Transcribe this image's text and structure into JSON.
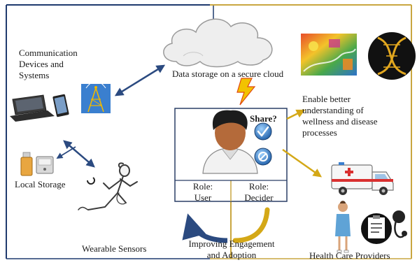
{
  "labels": {
    "communication": [
      "Communication",
      "Devices and",
      "Systems"
    ],
    "cloud": "Data storage on a secure cloud",
    "understanding": [
      "Enable better",
      "understanding of",
      "wellness and disease",
      "processes"
    ],
    "share": "Share?",
    "local_storage": "Local Storage",
    "wearable": "Wearable Sensors",
    "role_user": [
      "Role:",
      "User"
    ],
    "role_decider": [
      "Role:",
      "Decider"
    ],
    "engagement": [
      "Improving Engagement",
      "and Adoption"
    ],
    "providers": "Health Care Providers"
  },
  "colors": {
    "frame_blue": "#1f3a6e",
    "frame_gold": "#c9a640",
    "arrow_blue": "#2b4a80",
    "arrow_gold": "#d4a817",
    "lightning": "#f2c200",
    "skin": "#b46a3a",
    "hair": "#1c1c1c",
    "shirt": "#f2f2f2",
    "check_button": "#2a6fb8"
  },
  "icons": [
    "laptop-icon",
    "smartphone-icon",
    "radio-tower-icon",
    "cloud-icon",
    "lightning-icon",
    "colorful-painting-image",
    "dna-helix-icon",
    "checkmark-icon",
    "cancel-icon",
    "usb-drive-icon",
    "hard-drive-icon",
    "runner-figure",
    "ambulance-icon",
    "nurse-figure",
    "medical-records-icon",
    "stethoscope-icon"
  ]
}
